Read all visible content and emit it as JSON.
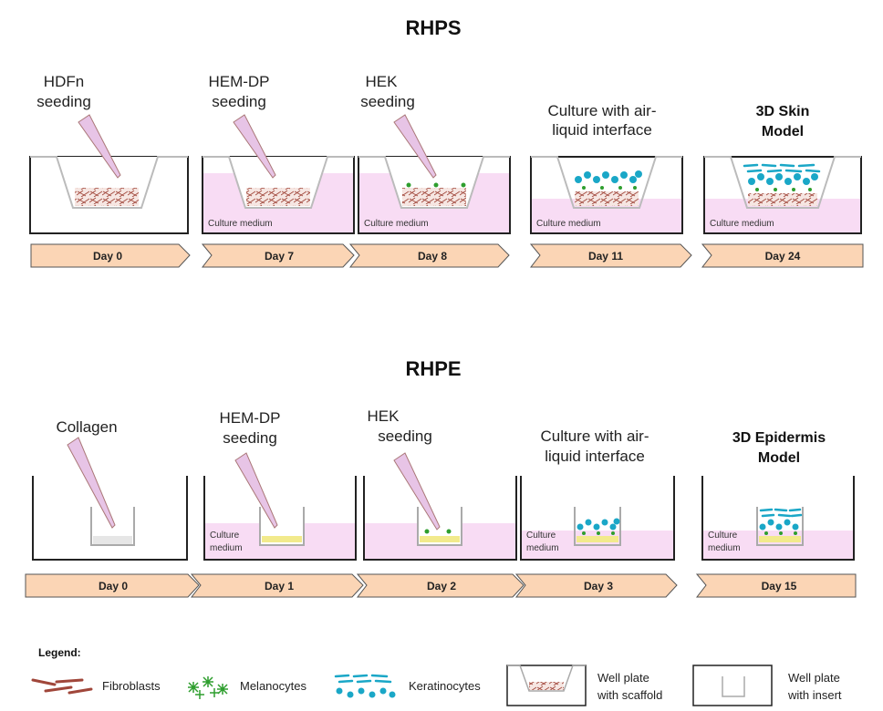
{
  "rhps": {
    "title": "RHPS",
    "steps": [
      {
        "label_lines": [
          "HDFn",
          "seeding"
        ],
        "day": "Day 0",
        "medium": ""
      },
      {
        "label_lines": [
          "HEM-DP",
          "seeding"
        ],
        "day": "Day 7",
        "medium": "Culture  medium"
      },
      {
        "label_lines": [
          "HEK",
          "seeding"
        ],
        "day": "Day 8",
        "medium": "Culture  medium"
      },
      {
        "label_lines": [
          "Culture with air-",
          "liquid interface"
        ],
        "day": "Day 11",
        "medium": "Culture  medium"
      },
      {
        "label_lines": [
          "3D Skin",
          "Model"
        ],
        "day": "Day 24",
        "medium": "Culture  medium"
      }
    ]
  },
  "rhpe": {
    "title": "RHPE",
    "steps": [
      {
        "label_lines": [
          "Collagen"
        ],
        "day": "Day 0",
        "medium": ""
      },
      {
        "label_lines": [
          "HEM-DP",
          "seeding"
        ],
        "day": "Day 1",
        "medium": "Culture\nmedium"
      },
      {
        "label_lines": [
          "HEK",
          "seeding"
        ],
        "day": "Day 2",
        "medium": ""
      },
      {
        "label_lines": [
          "Culture with air-",
          "liquid interface"
        ],
        "day": "Day 3",
        "medium": "Culture\nmedium"
      },
      {
        "label_lines": [
          "3D Epidermis",
          "Model"
        ],
        "day": "Day 15",
        "medium": "Culture\nmedium"
      }
    ]
  },
  "legend": {
    "title": "Legend:",
    "items": [
      {
        "label": "Fibroblasts"
      },
      {
        "label": "Melanocytes"
      },
      {
        "label": "Keratinocytes"
      },
      {
        "label_lines": [
          "Well plate",
          "with scaffold"
        ]
      },
      {
        "label_lines": [
          "Well plate",
          "with insert"
        ]
      }
    ]
  },
  "colors": {
    "medium": "#f8dcf4",
    "arrow_fill": "#fbd5b5",
    "fibroblast": "#a0463a",
    "melanocyte": "#2e9e2e",
    "keratinocyte": "#1aa7c7",
    "pipette": "#e7c4e6"
  }
}
